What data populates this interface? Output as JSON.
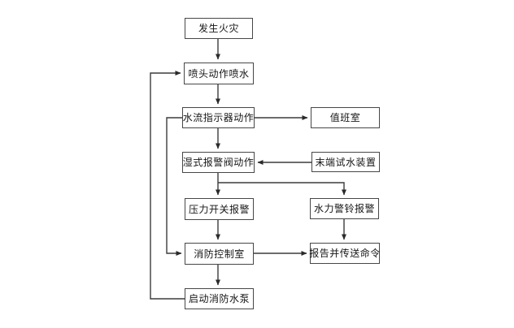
{
  "diagram": {
    "type": "flowchart",
    "language": "zh-CN",
    "subject": "wet-pipe sprinkler fire alarm sequence",
    "colors": {
      "background": "#ffffff",
      "box_fill": "#ffffff",
      "box_border": "#474747",
      "connector": "#3c3c3c",
      "text": "#161616"
    },
    "nodes": {
      "fire": {
        "label": "发生火灾"
      },
      "sprinkler": {
        "label": "喷头动作喷水"
      },
      "flow_indicator": {
        "label": "水流指示器动作"
      },
      "duty_room": {
        "label": "值班室"
      },
      "wet_valve": {
        "label": "湿式报警阀动作"
      },
      "end_test": {
        "label": "末端试水装置"
      },
      "pressure_switch": {
        "label": "压力开关报警"
      },
      "hydraulic_bell": {
        "label": "水力警铃报警"
      },
      "control_room": {
        "label": "消防控制室"
      },
      "report": {
        "label": "报告并传送命令"
      },
      "pump": {
        "label": "启动消防水泵"
      }
    },
    "edges": [
      {
        "from": "fire",
        "to": "sprinkler"
      },
      {
        "from": "sprinkler",
        "to": "flow_indicator"
      },
      {
        "from": "flow_indicator",
        "to": "duty_room"
      },
      {
        "from": "flow_indicator",
        "to": "wet_valve"
      },
      {
        "from": "flow_indicator",
        "to": "control_room"
      },
      {
        "from": "end_test",
        "to": "wet_valve"
      },
      {
        "from": "wet_valve",
        "to": "pressure_switch"
      },
      {
        "from": "wet_valve",
        "to": "hydraulic_bell"
      },
      {
        "from": "pressure_switch",
        "to": "control_room"
      },
      {
        "from": "hydraulic_bell",
        "to": "report"
      },
      {
        "from": "control_room",
        "to": "report"
      },
      {
        "from": "control_room",
        "to": "pump"
      },
      {
        "from": "pump",
        "to": "sprinkler"
      }
    ]
  }
}
